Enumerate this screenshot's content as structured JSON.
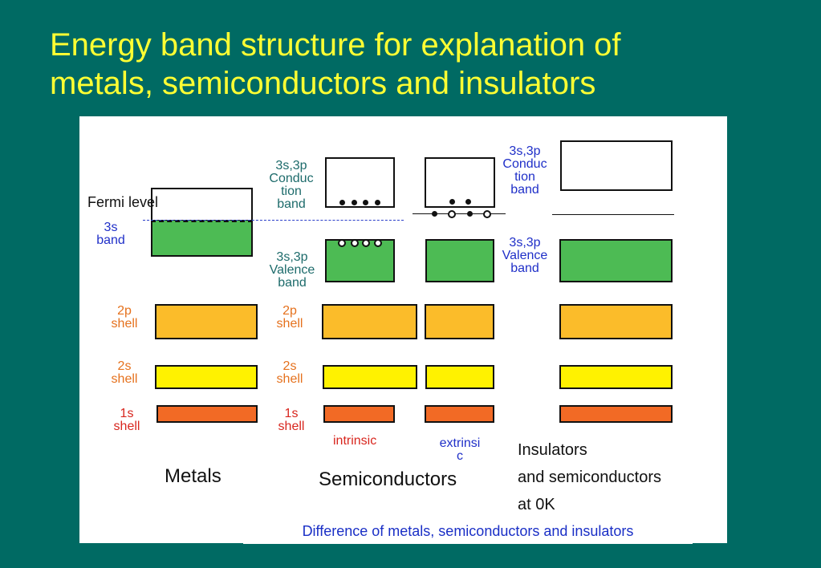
{
  "title_line1": "Energy band structure for explanation of",
  "title_line2": "metals, semiconductors and insulators",
  "labels": {
    "fermi_level": "Fermi level",
    "metal_3s_line1": "3s",
    "metal_3s_line2": "band",
    "semi_cond_l1": "3s,3p",
    "semi_cond_l2": "Conduc",
    "semi_cond_l3": "tion",
    "semi_cond_l4": "band",
    "semi_val_l1": "3s,3p",
    "semi_val_l2": "Valence",
    "semi_val_l3": "band",
    "ins_cond_l1": "3s,3p",
    "ins_cond_l2": "Conduc",
    "ins_cond_l3": "tion",
    "ins_cond_l4": "band",
    "ins_val_l1": "3s,3p",
    "ins_val_l2": "Valence",
    "ins_val_l3": "band",
    "shell_2p_l1": "2p",
    "shell_2s_l1": "2s",
    "shell_1s_l1": "1s",
    "shell_word": "shell",
    "intrinsic": "intrinsic",
    "extrinsic": "extrinsi",
    "extrinsic_cut": "c",
    "metals": "Metals",
    "semiconductors": "Semiconductors",
    "insulators_l1": "Insulators",
    "insulators_l2": "and semiconductors",
    "insulators_l3": "at 0K",
    "caption": "Difference of metals, semiconductors and insulators"
  },
  "colors": {
    "background": "#006a63",
    "title": "#ffff33",
    "conduction_empty": "#ffffff",
    "valence_band": "#4dbb54",
    "shell_2p": "#fbbc2a",
    "shell_2s": "#fff200",
    "shell_1s": "#f26a25"
  }
}
